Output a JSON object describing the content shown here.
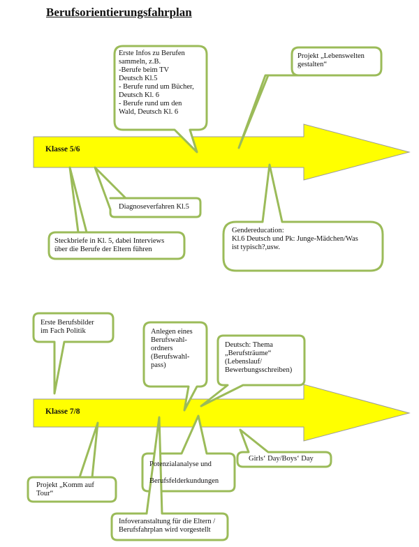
{
  "title": "Berufsorientierungsfahrplan",
  "sections": [
    {
      "label": "Klasse 5/6",
      "callouts": [
        {
          "id": "infos",
          "text": "Erste Infos zu Berufen\n  sammeln,  z.B.\n-Berufe beim TV\n  Deutsch Kl.5\n- Berufe rund um Bücher,\n  Deutsch Kl. 6\n- Berufe rund um den\n  Wald, Deutsch Kl. 6"
        },
        {
          "id": "lebenswelten",
          "text": "Projekt „Lebenswelten\ngestalten“"
        },
        {
          "id": "diagnose",
          "text": "Diagnoseverfahren  Kl.5"
        },
        {
          "id": "steckbriefe",
          "text": "Steckbriefe in Kl. 5, dabei Interviews\nüber die Berufe der Eltern führen"
        },
        {
          "id": "gender",
          "text": "Gendereducation:\nKl.6 Deutsch und Pk: Junge-Mädchen/Was\nist typisch?,usw."
        }
      ]
    },
    {
      "label": "Klasse 7/8",
      "callouts": [
        {
          "id": "berufsbilder",
          "text": "Erste Berufsbilder\nim Fach Politik"
        },
        {
          "id": "ordner",
          "text": "Anlegen eines\nBerufswahl-\nordners\n(Berufswahl-\npass)"
        },
        {
          "id": "berufstraeume",
          "text": "Deutsch: Thema\n„Berufsträume“\n(Lebenslauf/\nBewerbungsschreiben)"
        },
        {
          "id": "komm",
          "text": "Projekt „Komm auf\nTour“"
        },
        {
          "id": "potenzial",
          "text": "Potenzialanalyse und\n\nBerufsfelderkundungen"
        },
        {
          "id": "girls",
          "text": "Girls‘ Day/Boys‘ Day"
        },
        {
          "id": "infoveranstaltung",
          "text": "Infoveranstaltung für die Eltern /\nBerufsfahrplan wird vorgestellt"
        }
      ]
    }
  ],
  "colors": {
    "arrow_fill": "#ffff00",
    "arrow_stroke": "#9a9a9a",
    "callout_stroke": "#9bbb59",
    "callout_fill": "#ffffff"
  }
}
